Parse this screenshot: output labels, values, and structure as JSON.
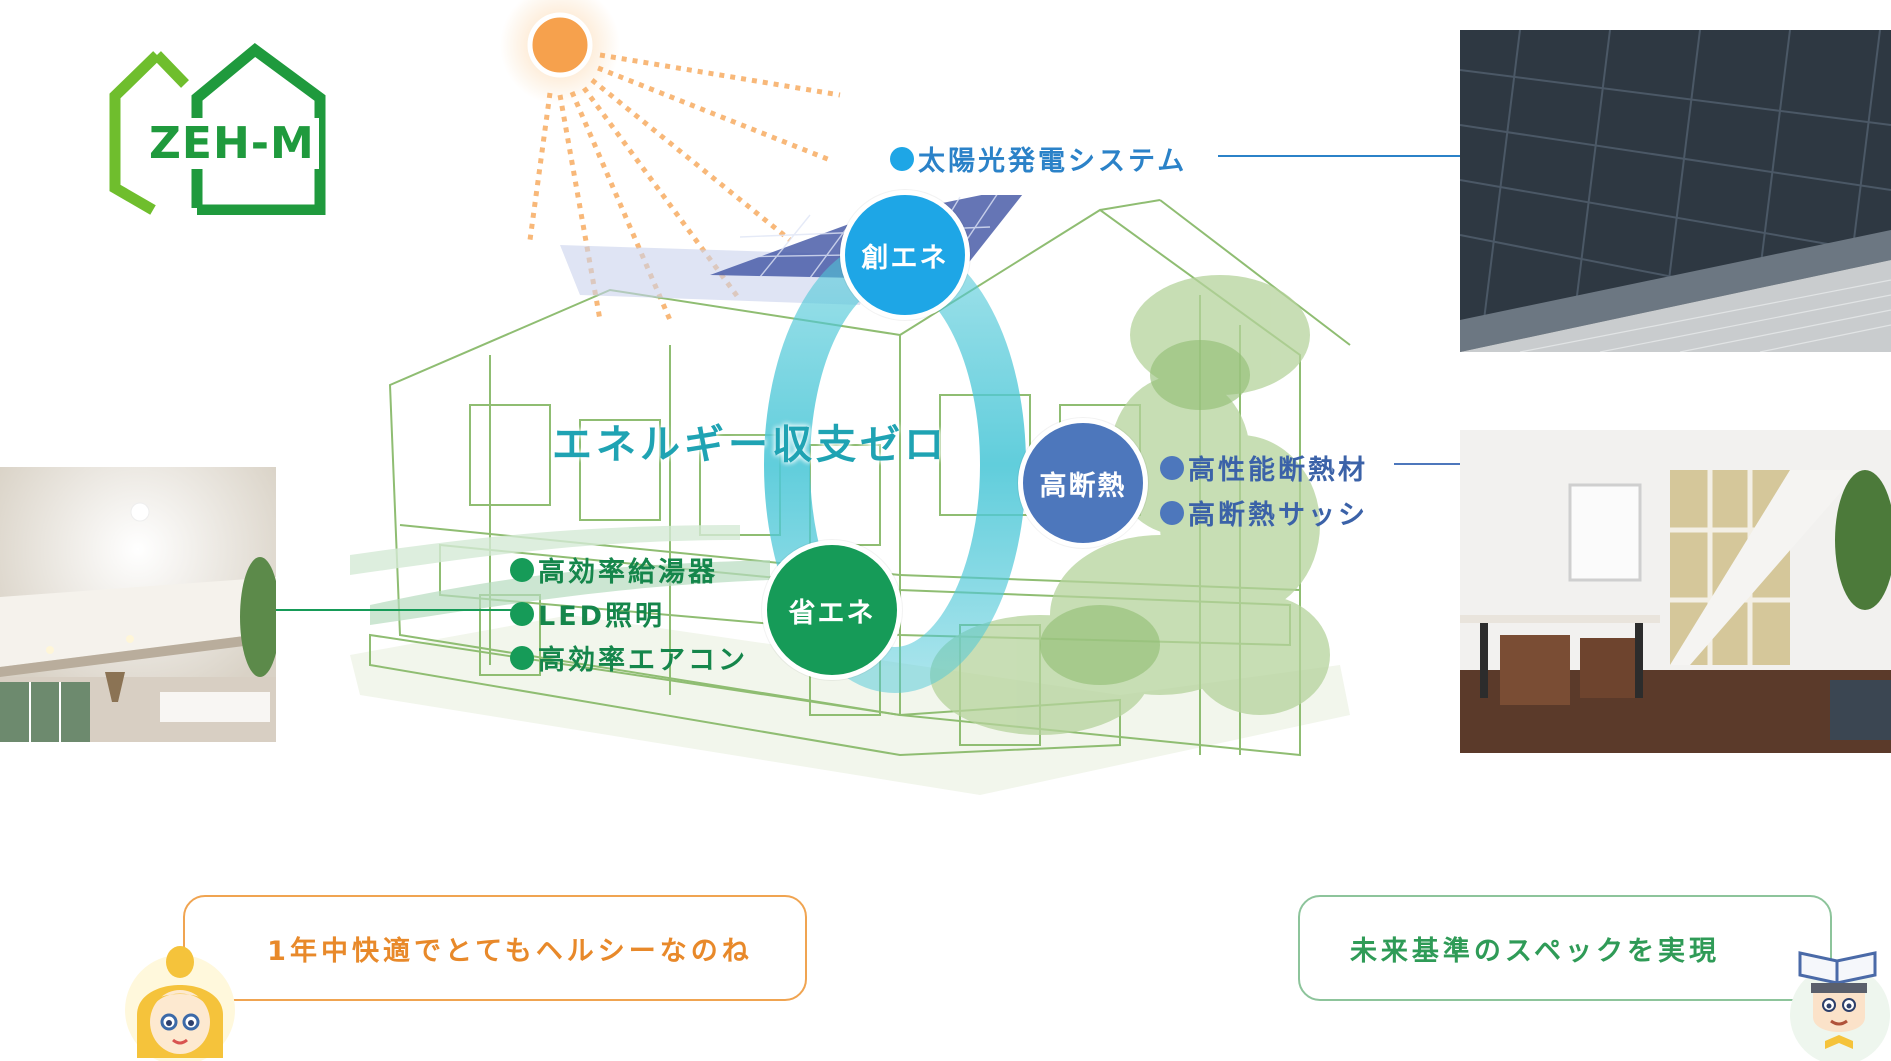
{
  "logo": {
    "text": "ZEH-M"
  },
  "center": {
    "title": "エネルギー収支ゼロ"
  },
  "categories": {
    "create": "創エネ",
    "insulation": "高断熱",
    "save": "省エネ"
  },
  "features": {
    "solar": "太陽光発電システム",
    "insulation": [
      "高性能断熱材",
      "高断熱サッシ"
    ],
    "save": [
      "高効率給湯器",
      "LED照明",
      "高効率エアコン"
    ]
  },
  "speech": {
    "left": "1年中快適でとてもヘルシーなのね",
    "right": "未来基準のスペックを実現"
  },
  "colors": {
    "logo_green": "#6fbe2d",
    "logo_dark_green": "#1f9a3d",
    "create_blue": "#1ea6e6",
    "insulation_blue": "#4d77bc",
    "save_green": "#169b58",
    "ring_teal": "#4fc8d8",
    "title_teal": "#1fa3b3",
    "left_bubble_orange": "#f0a451",
    "left_text_orange": "#e8892a",
    "right_bubble_green": "#8dc49b",
    "right_text_green": "#2f9b57",
    "sun_orange": "#f6a14d"
  }
}
